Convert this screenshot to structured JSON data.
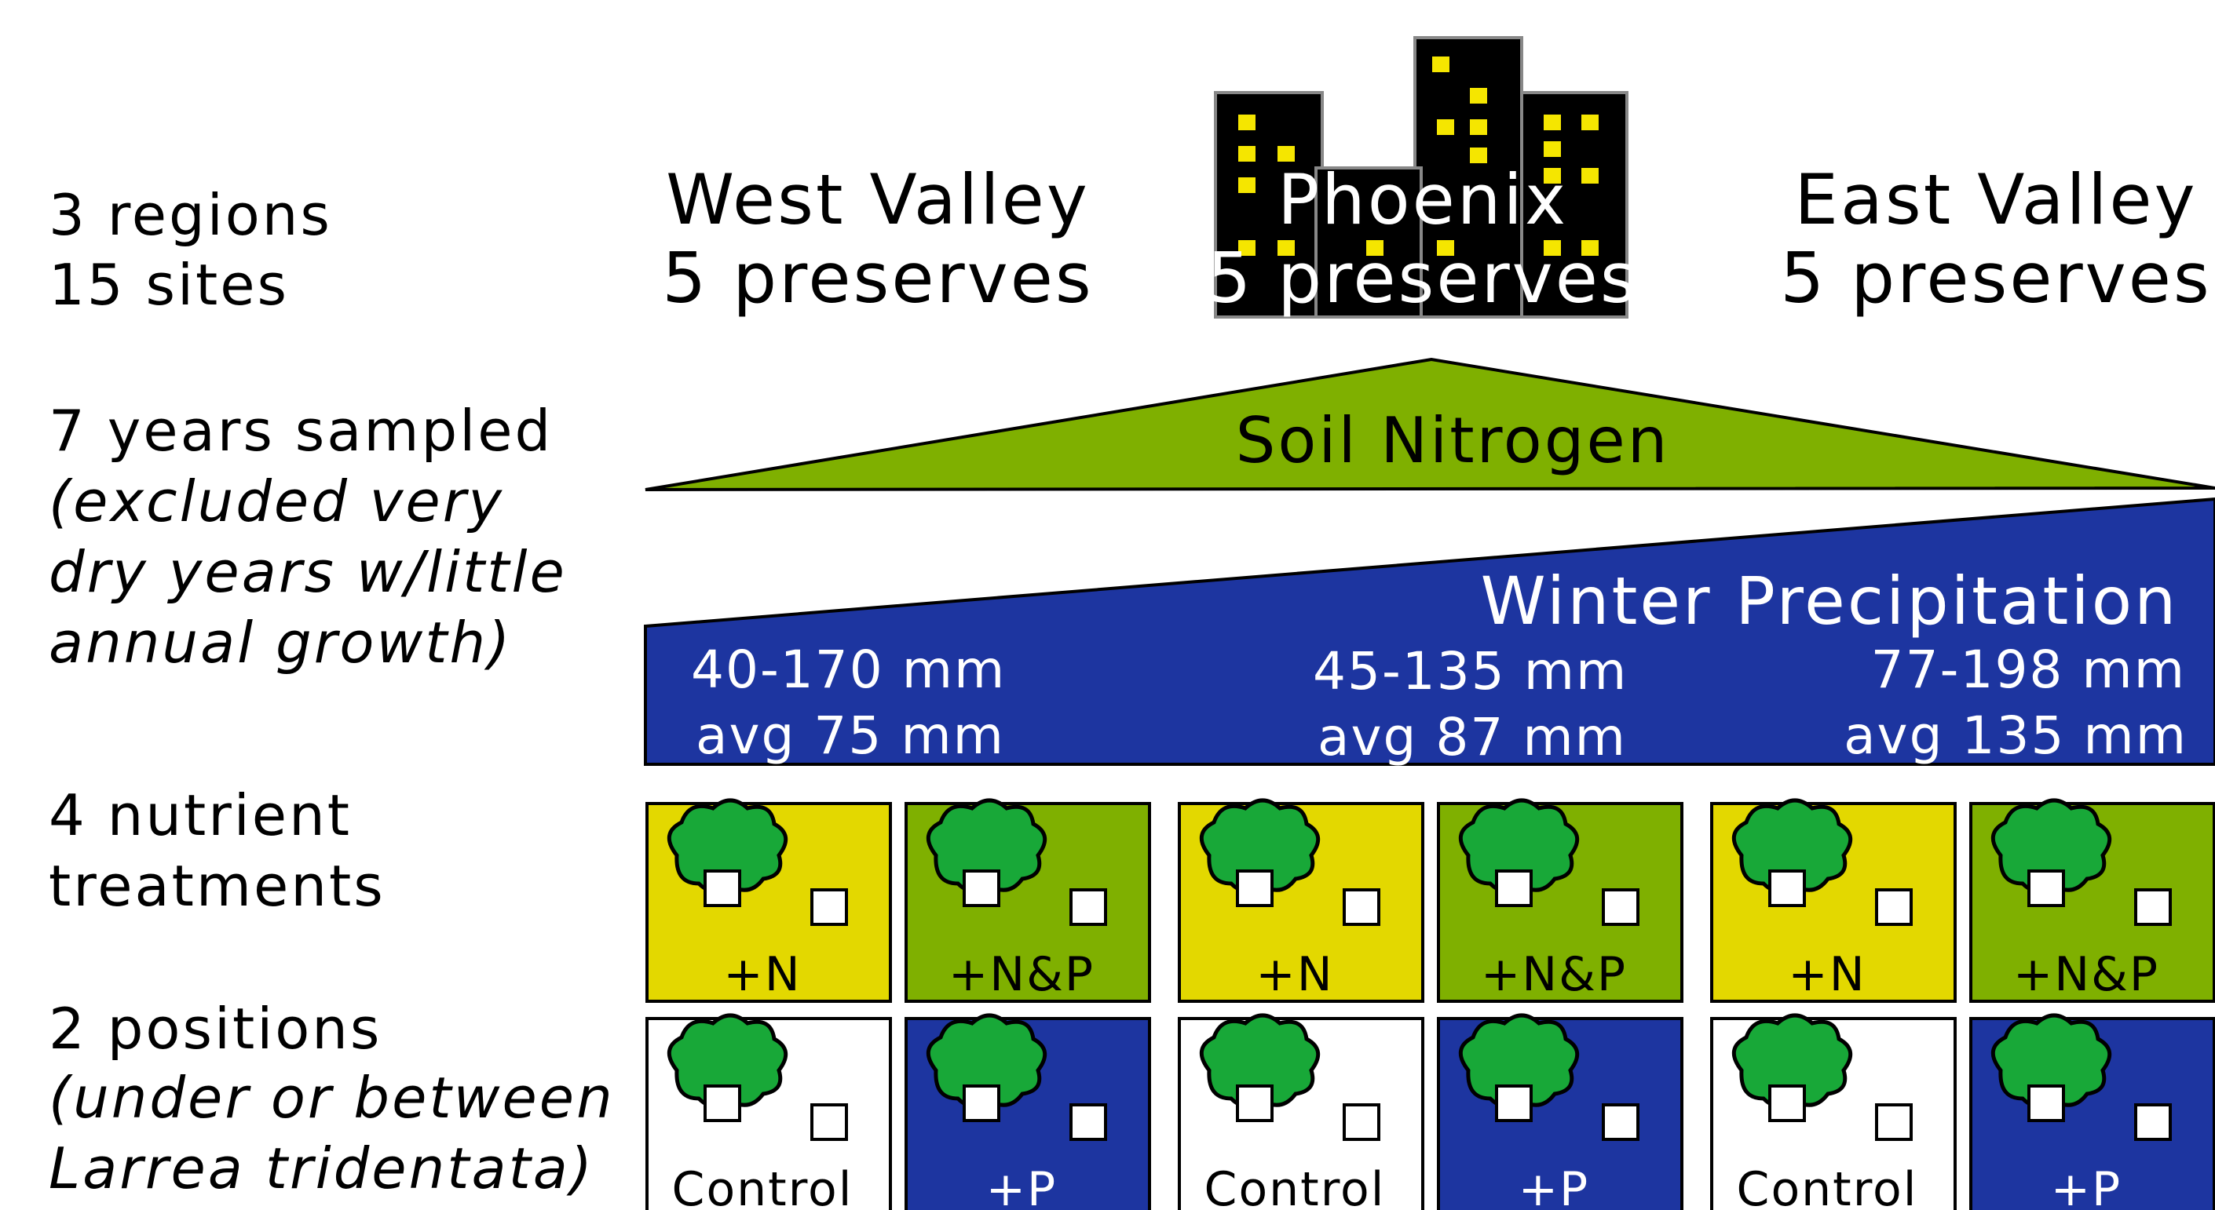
{
  "left_labels": {
    "regions": "3 regions",
    "sites": "15 sites",
    "years": "7 years sampled",
    "years_note_1": "(excluded very",
    "years_note_2": "dry years w/little",
    "years_note_3": "annual growth)",
    "nutrient_1": "4 nutrient",
    "nutrient_2": "treatments",
    "positions": "2 positions",
    "positions_note_1": "(under or between",
    "positions_note_2": "Larrea tridentata)"
  },
  "regions": [
    {
      "name": "West Valley",
      "preserves": "5 preserves"
    },
    {
      "name": "Phoenix",
      "preserves": "5 preserves"
    },
    {
      "name": "East Valley",
      "preserves": "5 preserves"
    }
  ],
  "soil_nitrogen": "Soil Nitrogen",
  "winter_precipitation": {
    "label": "Winter Precipitation",
    "regions": [
      {
        "range": "40-170 mm",
        "avg": "avg 75 mm"
      },
      {
        "range": "45-135 mm",
        "avg": "avg 87 mm"
      },
      {
        "range": "77-198 mm",
        "avg": "avg 135 mm"
      }
    ]
  },
  "treatments": {
    "n": "+N",
    "np": "+N&P",
    "control": "Control",
    "p": "+P"
  },
  "colors": {
    "yellow": "#e3d800",
    "green": "#7fb000",
    "blue": "#1d35a0",
    "shrub": "#18a838",
    "window": "#f5e600"
  }
}
